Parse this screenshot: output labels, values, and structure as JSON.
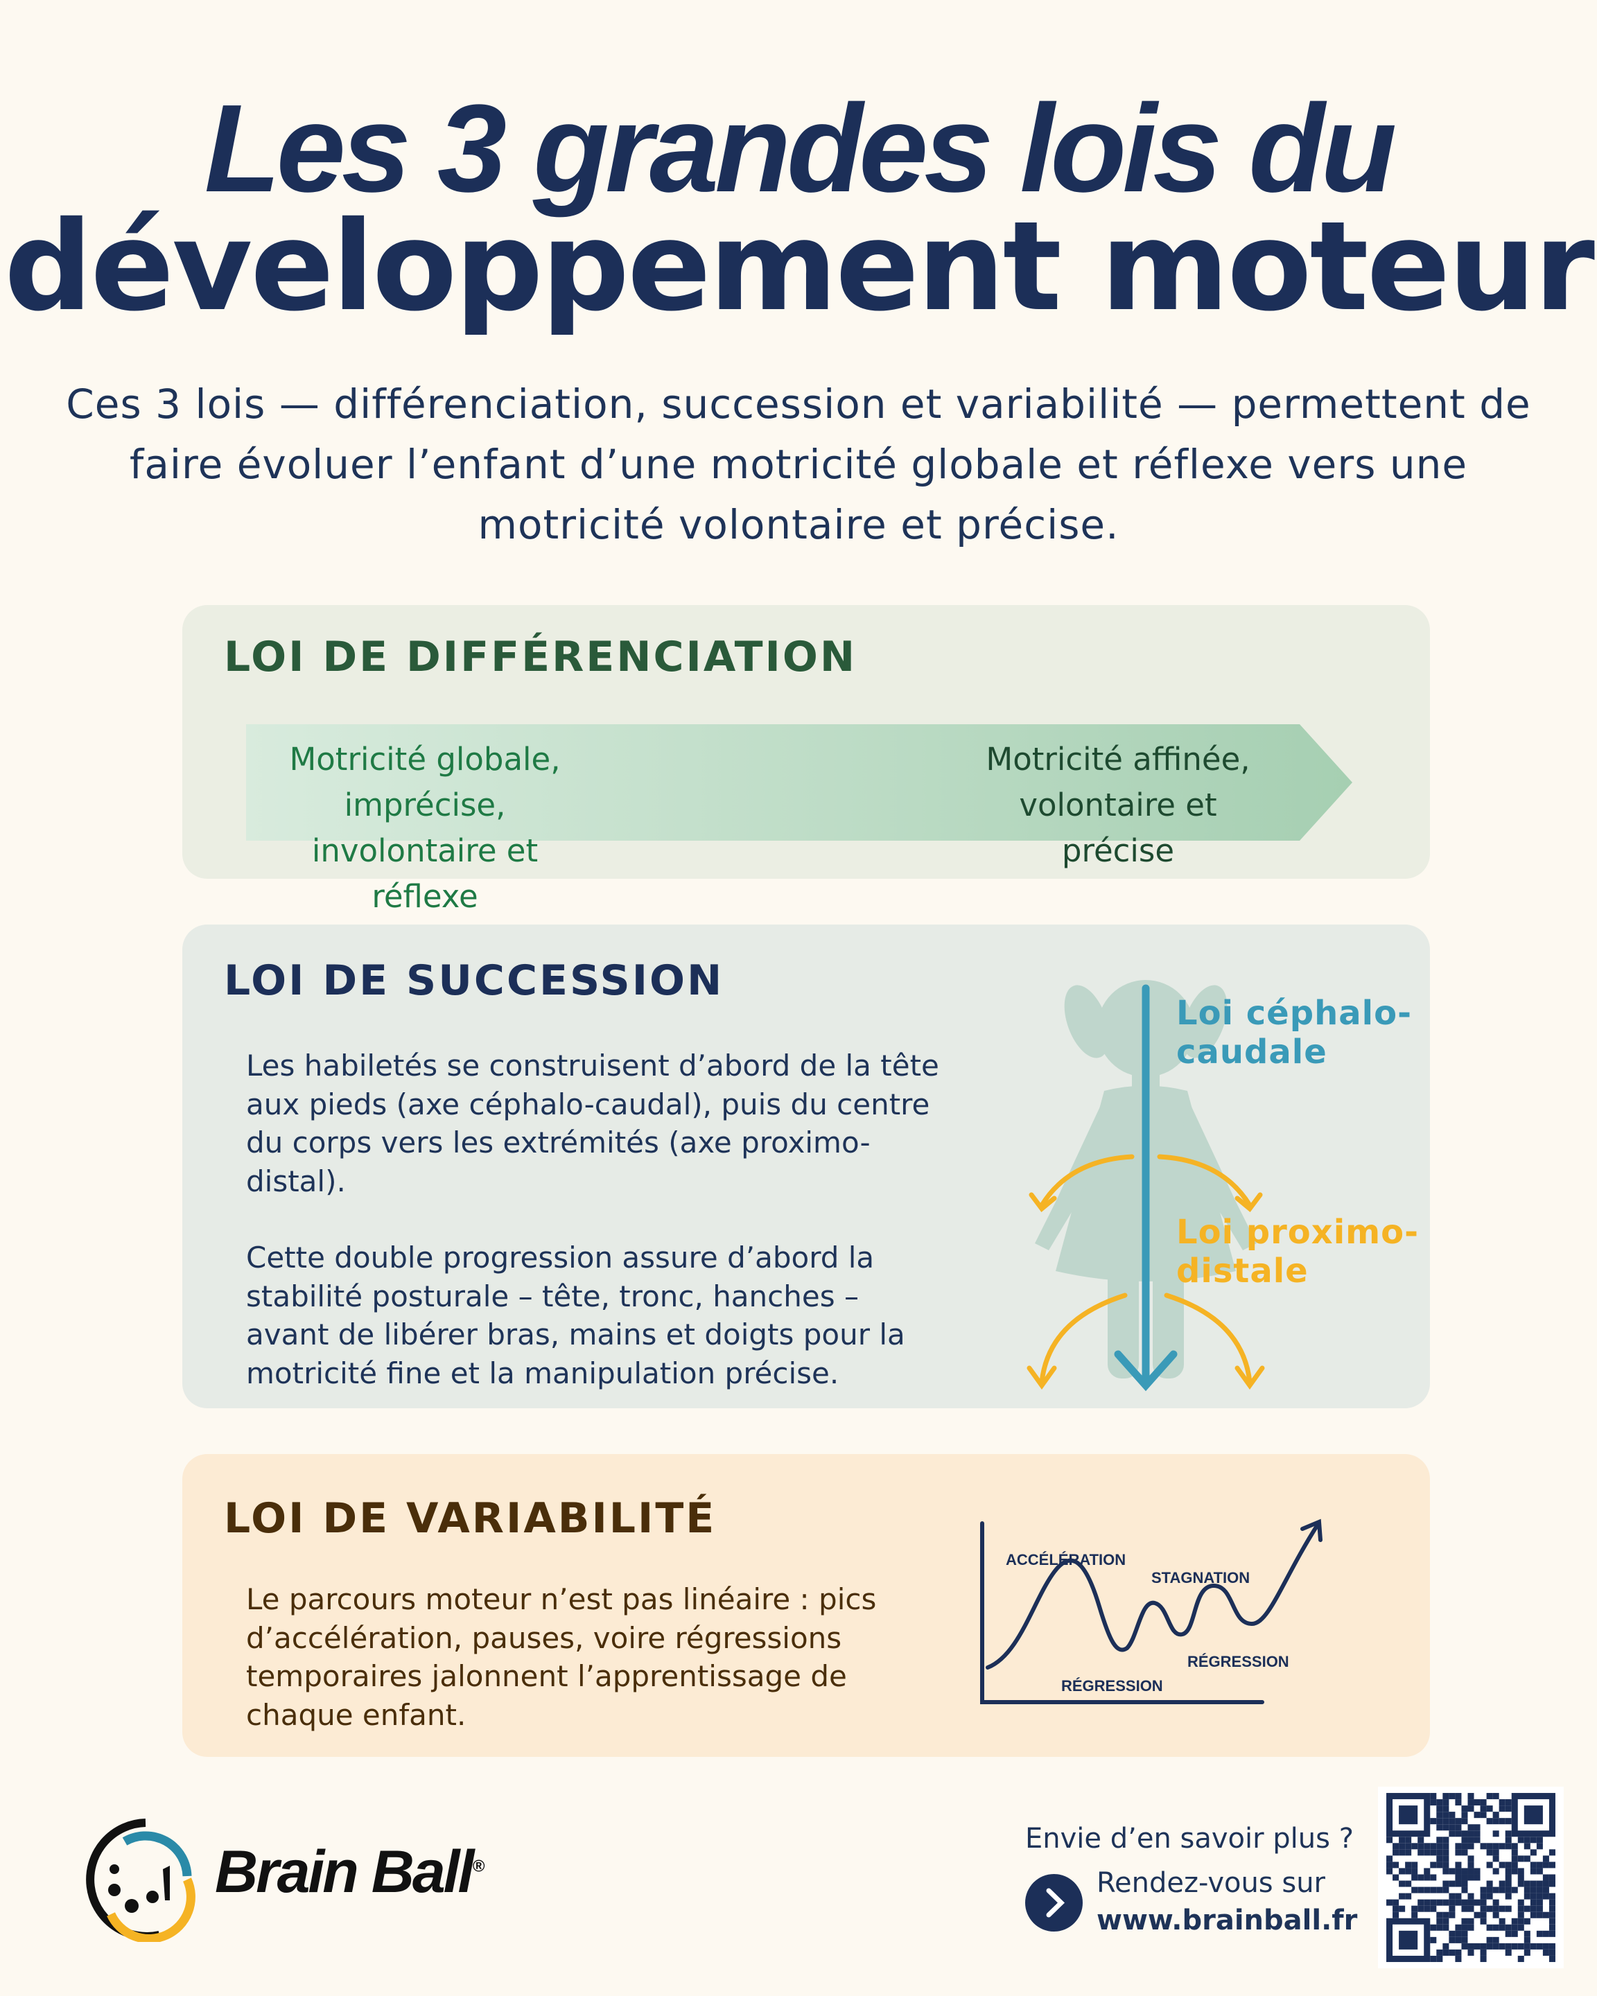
{
  "header": {
    "title_line1": "Les 3 grandes lois du",
    "title_line2": "développement moteur",
    "subtitle": "Ces 3 lois — différenciation, succession et variabilité — permettent de faire évoluer l’enfant d’une motricité globale et réflexe vers une motricité volontaire et précise."
  },
  "differenciation": {
    "heading": "LOI DE DIFFÉRENCIATION",
    "start_line1": "Motricité globale, imprécise,",
    "start_line2": "involontaire et réflexe",
    "end_line1": "Motricité affinée,",
    "end_line2": "volontaire et précise"
  },
  "succession": {
    "heading": "LOI DE SUCCESSION",
    "paragraph1": "Les habiletés se construisent d’abord de la tête aux pieds (axe céphalo-caudal), puis du centre du corps vers les extrémités (axe proximo-distal).",
    "paragraph2": "Cette double progression assure d’abord la stabilité posturale – tête, tronc, hanches – avant de libérer bras, mains et doigts pour la motricité fine et la manipulation précise.",
    "label_cephalo_line1": "Loi céphalo-",
    "label_cephalo_line2": "caudale",
    "label_proximo_line1": "Loi proximo-",
    "label_proximo_line2": "distale",
    "colors": {
      "cephalo": "#3a9ab8",
      "proximo": "#f5b324",
      "silhouette": "#bfd6cc"
    }
  },
  "variabilite": {
    "heading": "LOI DE VARIABILITÉ",
    "paragraph": "Le parcours moteur n’est pas linéaire : pics d’accélération, pauses, voire régressions temporaires jalonnent l’apprentissage de chaque enfant.",
    "chart_labels": {
      "acceleration": "ACCÉLÉRATION",
      "regression1": "RÉGRESSION",
      "stagnation": "STAGNATION",
      "regression2": "RÉGRESSION"
    }
  },
  "footer": {
    "brand": "Brain Ball",
    "registered": "®",
    "prompt": "Envie d’en savoir plus ?",
    "cta": "Rendez-vous sur",
    "url": "www.brainball.fr",
    "icons": {
      "go": "chevron-right-icon",
      "qr": "qr-code"
    }
  }
}
